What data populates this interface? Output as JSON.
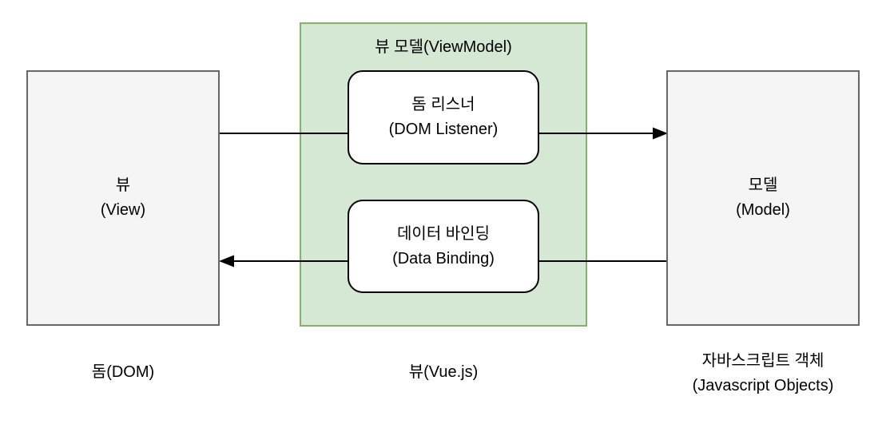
{
  "colors": {
    "green-fill": "#d5e8d4",
    "green-border": "#82b366",
    "gray-fill": "#f5f5f5",
    "gray-border": "#666666",
    "node-fill": "#ffffff",
    "node-border": "#000000",
    "arrow": "#000000",
    "text": "#000000"
  },
  "nodes": {
    "viewmodel": {
      "title": "뷰 모델(ViewModel)"
    },
    "view": {
      "line1": "뷰",
      "line2": "(View)"
    },
    "model": {
      "line1": "모델",
      "line2": "(Model)"
    },
    "dom_listener": {
      "line1": "돔 리스너",
      "line2": "(DOM Listener)"
    },
    "data_binding": {
      "line1": "데이터 바인딩",
      "line2": "(Data Binding)"
    }
  },
  "captions": {
    "dom": "돔(DOM)",
    "vue": "뷰(Vue.js)",
    "js_objects_line1": "자바스크립트 객체",
    "js_objects_line2": "(Javascript Objects)"
  },
  "arrows": [
    {
      "name": "view-to-model",
      "direction": "right"
    },
    {
      "name": "model-to-view",
      "direction": "left"
    }
  ]
}
